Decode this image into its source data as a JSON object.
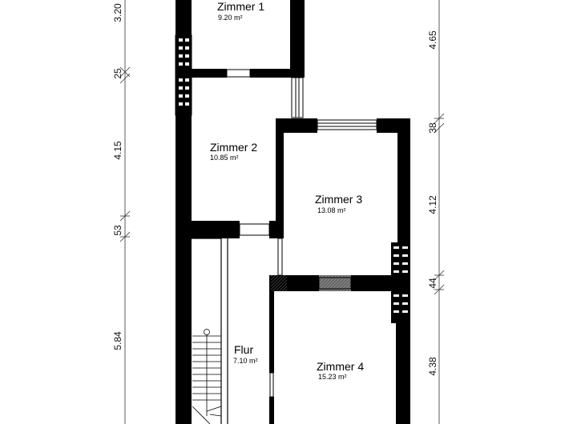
{
  "rooms": {
    "zimmer1": {
      "name": "Zimmer 1",
      "area": "9.20 m²"
    },
    "zimmer2": {
      "name": "Zimmer 2",
      "area": "10.85 m²"
    },
    "zimmer3": {
      "name": "Zimmer 3",
      "area": "13.08 m²"
    },
    "zimmer4": {
      "name": "Zimmer 4",
      "area": "15.23 m²"
    },
    "flur": {
      "name": "Flur",
      "area": "7.10 m²"
    }
  },
  "dimensions": {
    "left": [
      "3.20",
      "25",
      "4.15",
      "53",
      "5.84"
    ],
    "right": [
      "4.65",
      "38",
      "4.12",
      "44",
      "4.38"
    ]
  },
  "colors": {
    "wall": "#000000",
    "hatch": "#555555",
    "dimension_line": "#333333"
  }
}
